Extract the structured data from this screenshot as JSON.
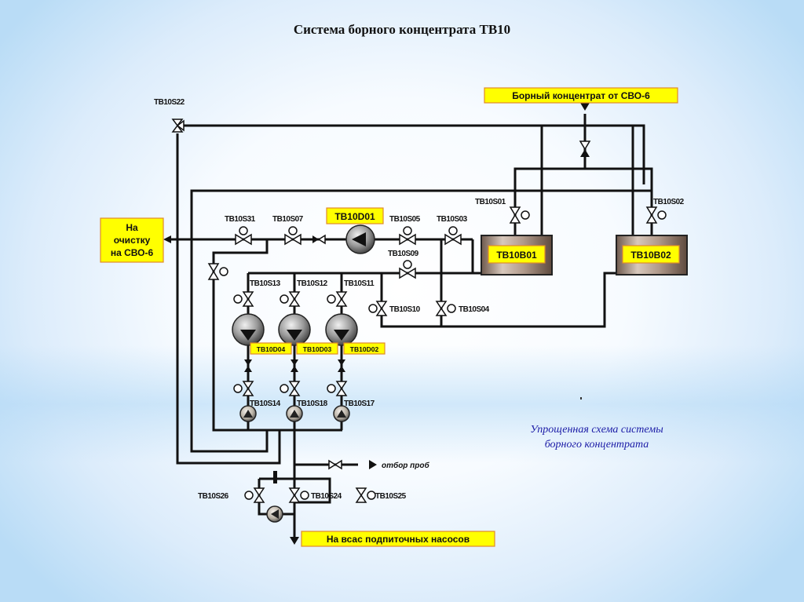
{
  "title": "Система борного концентрата ТВ10",
  "caption": "Упрощенная схема системы борного концентрата",
  "colors": {
    "label_fill": "#ffff00",
    "label_border": "#e08a2a",
    "pipe": "#111111",
    "caption_text": "#1a1aa6",
    "background_edge": "#b9dcf6"
  },
  "external_labels": {
    "source": "Борный концентрат от СВО-6",
    "to_cleanup": "На очистку на СВО-6",
    "to_cleanup_lines": [
      "На",
      "очистку",
      "на СВО-6"
    ],
    "to_makeup_pumps": "На всас подпиточных насосов",
    "sampling": "отбор проб"
  },
  "tanks": [
    {
      "id": "TB10B01"
    },
    {
      "id": "TB10B02"
    }
  ],
  "pumps": {
    "main": "TB10D01",
    "parallel": [
      "TB10D04",
      "TB10D03",
      "TB10D02"
    ]
  },
  "valves": {
    "three_way": "TB10S22",
    "line_top": [
      "TB10S31",
      "TB10S07",
      "TB10S05",
      "TB10S03"
    ],
    "bypass": "TB10S09",
    "tank_inlets": [
      "TB10S01",
      "TB10S02"
    ],
    "pump_suction": [
      "TB10S13",
      "TB10S12",
      "TB10S11"
    ],
    "return": [
      "TB10S10",
      "TB10S04"
    ],
    "pump_discharge": [
      "TB10S14",
      "TB10S18",
      "TB10S17"
    ],
    "bottom": [
      "TB10S26",
      "TB10S24",
      "TB10S25"
    ]
  }
}
